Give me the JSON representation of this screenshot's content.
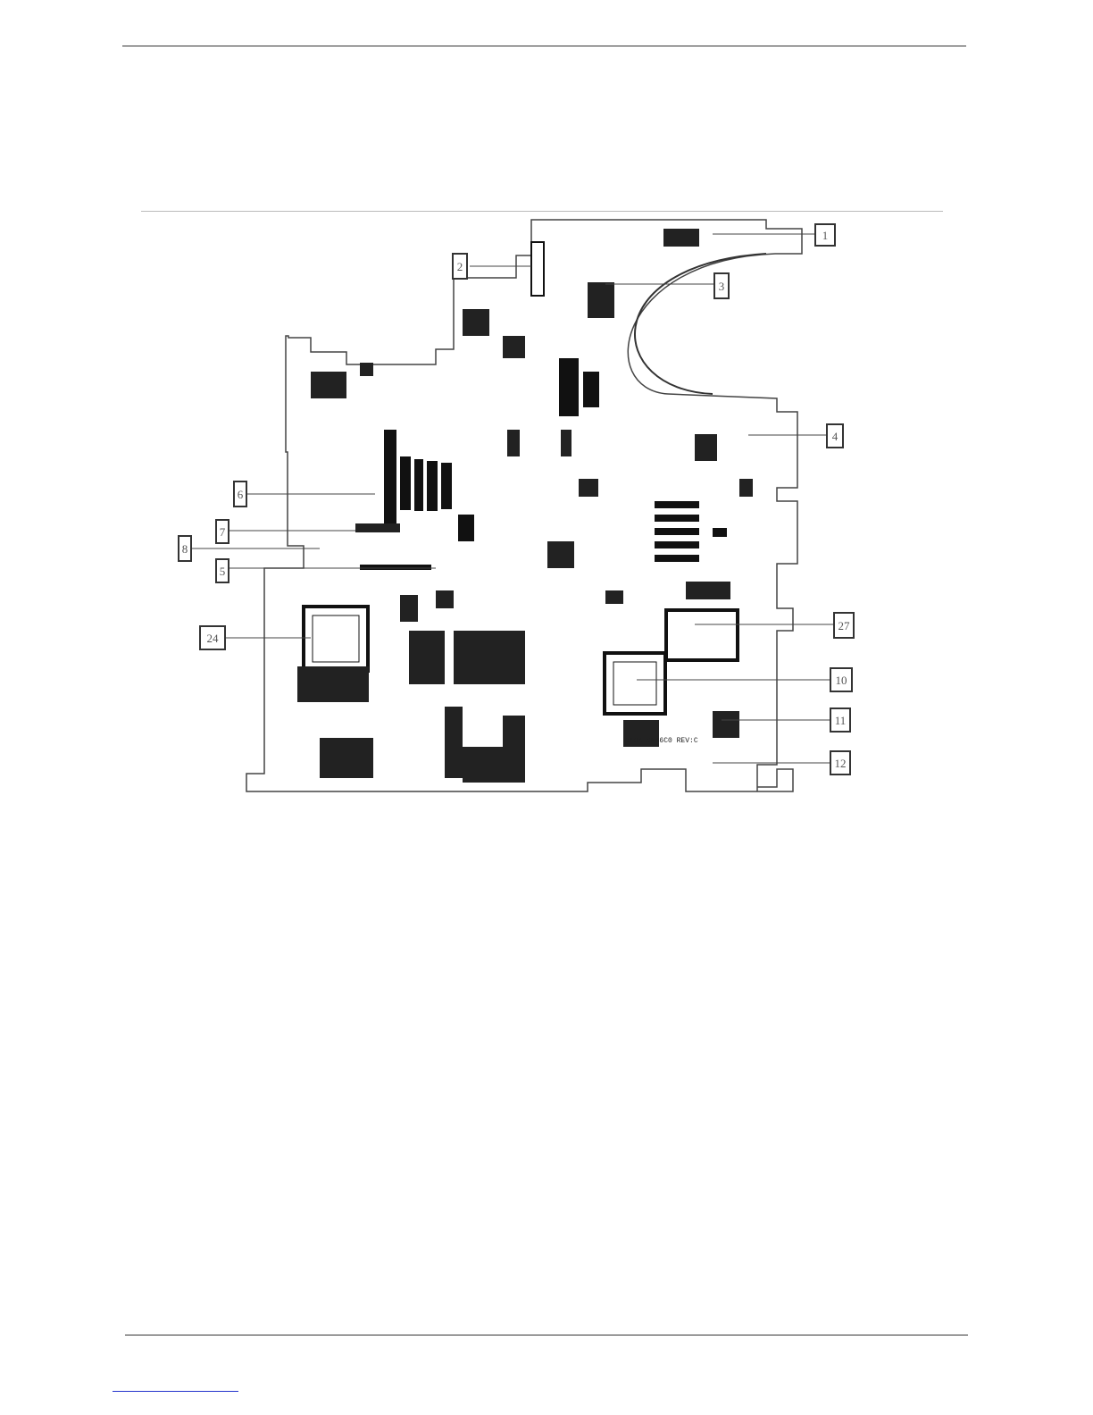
{
  "page": {
    "footer_link_text": ""
  },
  "board": {
    "silkscreen_label": "DAOZLSMB6C0 REV:C",
    "callouts": [
      {
        "id": "c1",
        "label": "1"
      },
      {
        "id": "c2",
        "label": "2"
      },
      {
        "id": "c3",
        "label": "3"
      },
      {
        "id": "c4",
        "label": "4"
      },
      {
        "id": "c5",
        "label": "5"
      },
      {
        "id": "c6",
        "label": "6"
      },
      {
        "id": "c7",
        "label": "7"
      },
      {
        "id": "c8",
        "label": "8"
      },
      {
        "id": "c10",
        "label": "10"
      },
      {
        "id": "c11",
        "label": "11"
      },
      {
        "id": "c12",
        "label": "12"
      },
      {
        "id": "c24",
        "label": "24"
      },
      {
        "id": "c27",
        "label": "27"
      }
    ]
  }
}
